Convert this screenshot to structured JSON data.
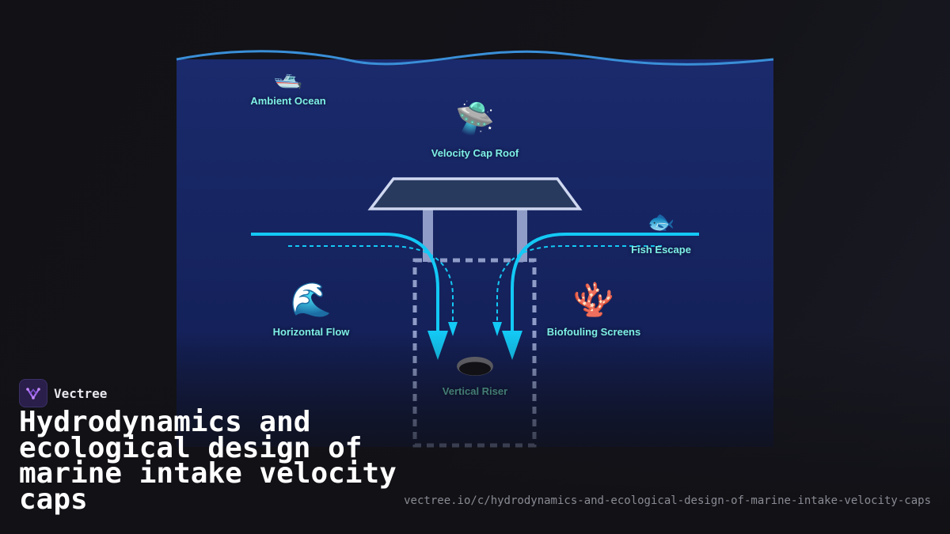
{
  "diagram": {
    "labels": {
      "ambient_ocean": "Ambient Ocean",
      "velocity_cap_roof": "Velocity Cap Roof",
      "fish_escape": "Fish Escape",
      "horizontal_flow": "Horizontal Flow",
      "biofouling_screens": "Biofouling Screens",
      "vertical_riser": "Vertical Riser"
    },
    "icons": {
      "ambient_ocean": "🛥️",
      "velocity_cap_roof": "🛸",
      "fish_escape": "🐟",
      "horizontal_flow": "🌊",
      "biofouling_screens": "🪸"
    },
    "colors": {
      "water_top": "#1a2a6c",
      "water_bottom": "#101a3e",
      "surface_line": "#3a8fd8",
      "flow": "#13c9f5",
      "roof_outline": "#cfd8f0",
      "riser_outline": "#8f9cc8",
      "label_text": "#7ef0e6"
    }
  },
  "brand": {
    "name": "Vectree"
  },
  "title": "Hydrodynamics and ecological design of marine intake velocity caps",
  "url": "vectree.io/c/hydrodynamics-and-ecological-design-of-marine-intake-velocity-caps"
}
